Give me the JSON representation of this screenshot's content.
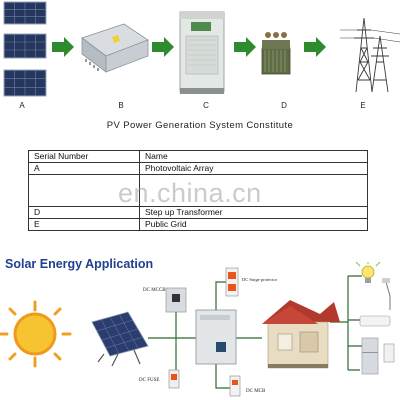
{
  "top_diagram": {
    "stage_letters": [
      "A",
      "B",
      "C",
      "D",
      "E"
    ],
    "subtitle": "PV Power Generation System Constitute",
    "arrow_color": "#2e8b2e"
  },
  "table": {
    "headers": [
      "Serial Number",
      "Name"
    ],
    "rows": [
      [
        "A",
        "Photovoltaic Array"
      ],
      [
        "D",
        "Step up Transformer"
      ],
      [
        "E",
        "Public Grid"
      ]
    ]
  },
  "watermark": "en.china.cn",
  "application": {
    "title": "Solar Energy Application",
    "labels": {
      "dc_mccb": "DC MCCB",
      "surge": "DC Surge protector",
      "dc_fuse": "DC FUSE",
      "dc_mcb": "DC MCB"
    },
    "title_color": "#1f3f8f",
    "wire_color": "#2f6a2f"
  }
}
